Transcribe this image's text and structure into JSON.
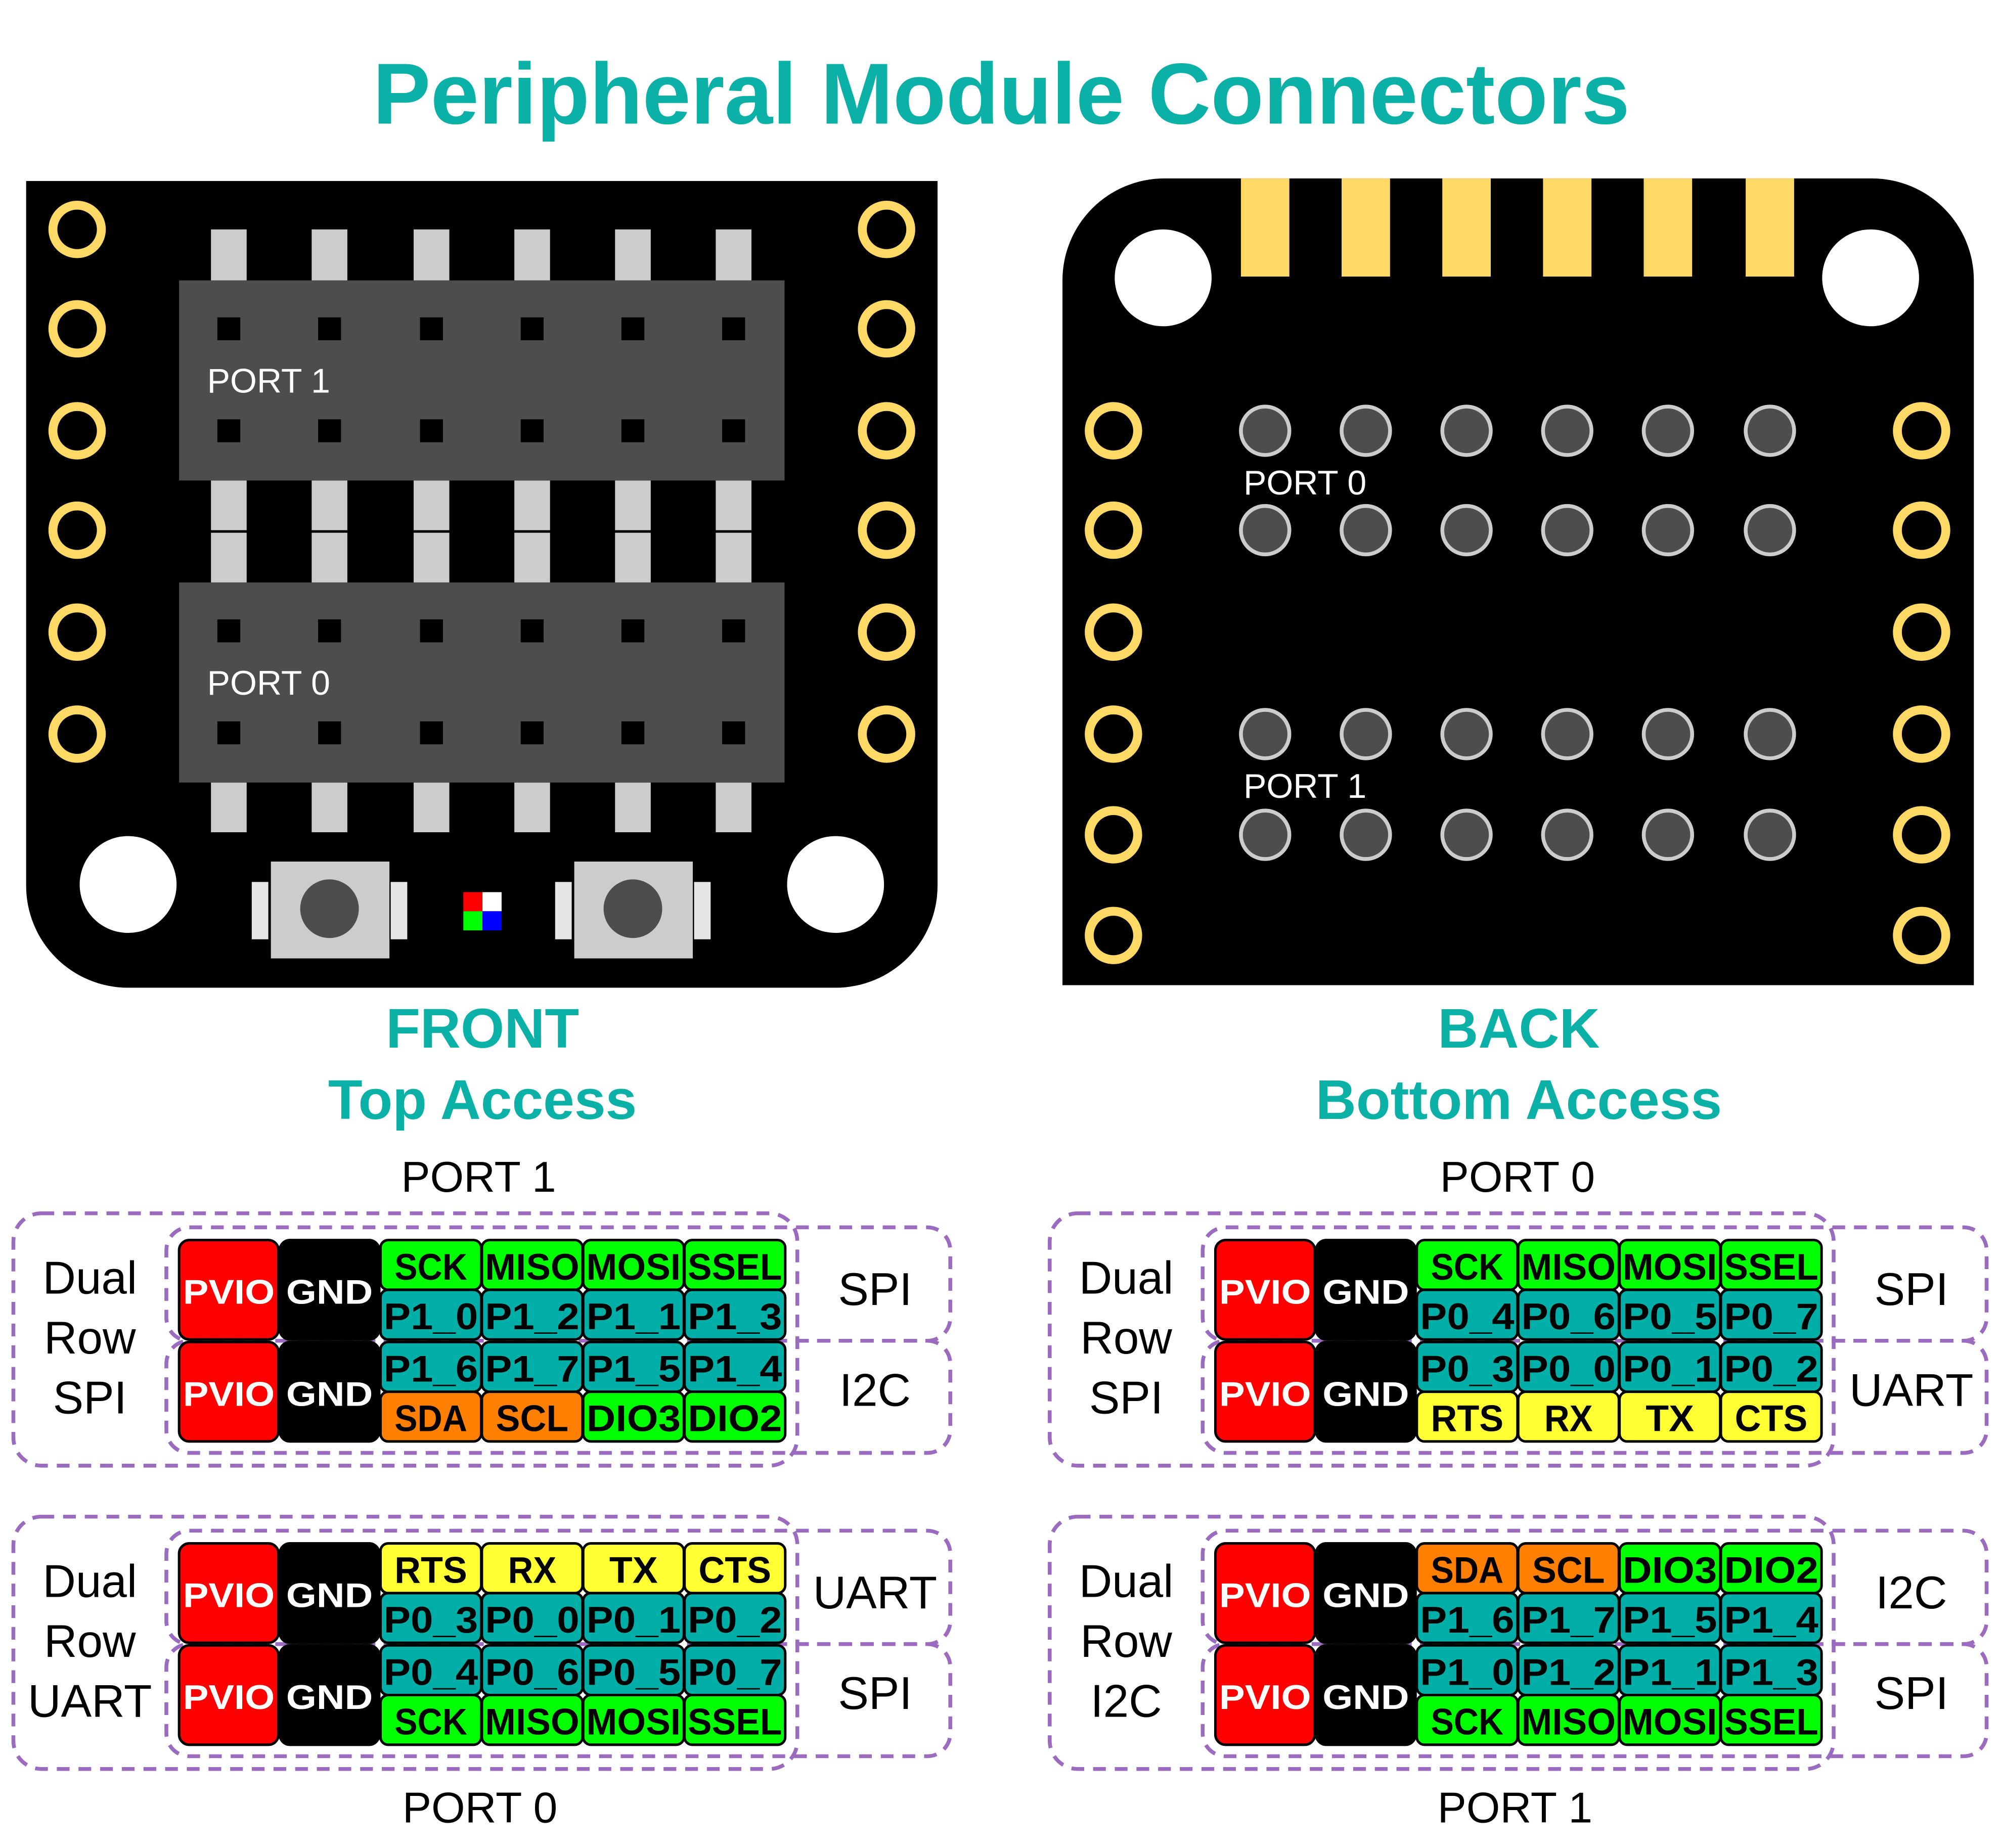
{
  "title": "Peripheral Module Connectors",
  "colors": {
    "accent": "#0bb0a6",
    "gold": "#ffd966",
    "board": "#000000",
    "header": "#4d4d4d",
    "pin": "#cccccc",
    "PVIO": "#ff0000",
    "GND": "#000000",
    "green": "#00ff00",
    "teal": "#00aea8",
    "orange": "#ff8000",
    "yellow": "#ffff33",
    "dashed": "#9b6bbf"
  },
  "front": {
    "caption1": "FRONT",
    "caption2": "Top Access",
    "header_top_label": "PORT 1",
    "header_bottom_label": "PORT 0",
    "led_colors": [
      "#ff0000",
      "#ffffff",
      "#00ff00",
      "#0000ff"
    ]
  },
  "back": {
    "caption1": "BACK",
    "caption2": "Bottom Access",
    "top_label": "PORT 0",
    "bottom_label": "PORT 1"
  },
  "pinouts": [
    {
      "port_label": "PORT 1",
      "port_label_position": "above",
      "blocks": [
        {
          "mode": [
            "Dual",
            "Row",
            "SPI"
          ],
          "side": [
            "SPI",
            "I2C"
          ],
          "pvio": "PVIO",
          "gnd": "GND",
          "rows": [
            {
              "cells": [
                "SCK",
                "MISO",
                "MOSI",
                "SSEL"
              ],
              "colors": [
                "green",
                "green",
                "green",
                "green"
              ]
            },
            {
              "cells": [
                "P1_0",
                "P1_2",
                "P1_1",
                "P1_3"
              ],
              "colors": [
                "teal",
                "teal",
                "teal",
                "teal"
              ]
            },
            {
              "cells": [
                "P1_6",
                "P1_7",
                "P1_5",
                "P1_4"
              ],
              "colors": [
                "teal",
                "teal",
                "teal",
                "teal"
              ]
            },
            {
              "cells": [
                "SDA",
                "SCL",
                "DIO3",
                "DIO2"
              ],
              "colors": [
                "orange",
                "orange",
                "green",
                "green"
              ]
            }
          ]
        }
      ]
    }
  ],
  "tables": [
    {
      "mode": [
        "Dual",
        "Row",
        "SPI"
      ],
      "side": [
        "SPI",
        "I2C"
      ],
      "pvio": "PVIO",
      "gnd": "GND",
      "rows": [
        {
          "cells": [
            "SCK",
            "MISO",
            "MOSI",
            "SSEL"
          ],
          "colors": [
            "green",
            "green",
            "green",
            "green"
          ]
        },
        {
          "cells": [
            "P1_0",
            "P1_2",
            "P1_1",
            "P1_3"
          ],
          "colors": [
            "teal",
            "teal",
            "teal",
            "teal"
          ]
        },
        {
          "cells": [
            "P1_6",
            "P1_7",
            "P1_5",
            "P1_4"
          ],
          "colors": [
            "teal",
            "teal",
            "teal",
            "teal"
          ]
        },
        {
          "cells": [
            "SDA",
            "SCL",
            "DIO3",
            "DIO2"
          ],
          "colors": [
            "orange",
            "orange",
            "green",
            "green"
          ]
        }
      ]
    },
    {
      "mode": [
        "Dual",
        "Row",
        "UART"
      ],
      "side": [
        "UART",
        "SPI"
      ],
      "pvio": "PVIO",
      "gnd": "GND",
      "rows": [
        {
          "cells": [
            "RTS",
            "RX",
            "TX",
            "CTS"
          ],
          "colors": [
            "yellow",
            "yellow",
            "yellow",
            "yellow"
          ]
        },
        {
          "cells": [
            "P0_3",
            "P0_0",
            "P0_1",
            "P0_2"
          ],
          "colors": [
            "teal",
            "teal",
            "teal",
            "teal"
          ]
        },
        {
          "cells": [
            "P0_4",
            "P0_6",
            "P0_5",
            "P0_7"
          ],
          "colors": [
            "teal",
            "teal",
            "teal",
            "teal"
          ]
        },
        {
          "cells": [
            "SCK",
            "MISO",
            "MOSI",
            "SSEL"
          ],
          "colors": [
            "green",
            "green",
            "green",
            "green"
          ]
        }
      ]
    },
    {
      "mode": [
        "Dual",
        "Row",
        "SPI"
      ],
      "side": [
        "SPI",
        "UART"
      ],
      "pvio": "PVIO",
      "gnd": "GND",
      "rows": [
        {
          "cells": [
            "SCK",
            "MISO",
            "MOSI",
            "SSEL"
          ],
          "colors": [
            "green",
            "green",
            "green",
            "green"
          ]
        },
        {
          "cells": [
            "P0_4",
            "P0_6",
            "P0_5",
            "P0_7"
          ],
          "colors": [
            "teal",
            "teal",
            "teal",
            "teal"
          ]
        },
        {
          "cells": [
            "P0_3",
            "P0_0",
            "P0_1",
            "P0_2"
          ],
          "colors": [
            "teal",
            "teal",
            "teal",
            "teal"
          ]
        },
        {
          "cells": [
            "RTS",
            "RX",
            "TX",
            "CTS"
          ],
          "colors": [
            "yellow",
            "yellow",
            "yellow",
            "yellow"
          ]
        }
      ]
    },
    {
      "mode": [
        "Dual",
        "Row",
        "I2C"
      ],
      "side": [
        "I2C",
        "SPI"
      ],
      "pvio": "PVIO",
      "gnd": "GND",
      "rows": [
        {
          "cells": [
            "SDA",
            "SCL",
            "DIO3",
            "DIO2"
          ],
          "colors": [
            "orange",
            "orange",
            "green",
            "green"
          ]
        },
        {
          "cells": [
            "P1_6",
            "P1_7",
            "P1_5",
            "P1_4"
          ],
          "colors": [
            "teal",
            "teal",
            "teal",
            "teal"
          ]
        },
        {
          "cells": [
            "P1_0",
            "P1_2",
            "P1_1",
            "P1_3"
          ],
          "colors": [
            "teal",
            "teal",
            "teal",
            "teal"
          ]
        },
        {
          "cells": [
            "SCK",
            "MISO",
            "MOSI",
            "SSEL"
          ],
          "colors": [
            "green",
            "green",
            "green",
            "green"
          ]
        }
      ]
    }
  ],
  "port_labels": {
    "front_top": "PORT 1",
    "front_bottom": "PORT 0",
    "back_top": "PORT 0",
    "back_bottom": "PORT 1"
  }
}
